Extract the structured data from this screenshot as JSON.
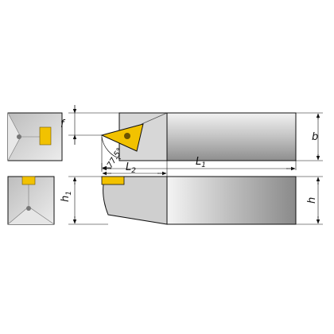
{
  "drawing": {
    "dimensions": {
      "f": "f",
      "b": "b",
      "h": "h",
      "h1": "h",
      "h1_sub": "1",
      "L1": "L",
      "L1_sub": "1",
      "L2": "L",
      "L2_sub": "2",
      "angle": "77.5°"
    },
    "colors": {
      "shank_light": "#e6e6e6",
      "shank_dark": "#9c9c9c",
      "insert": "#f2c200",
      "line": "#111111"
    }
  }
}
